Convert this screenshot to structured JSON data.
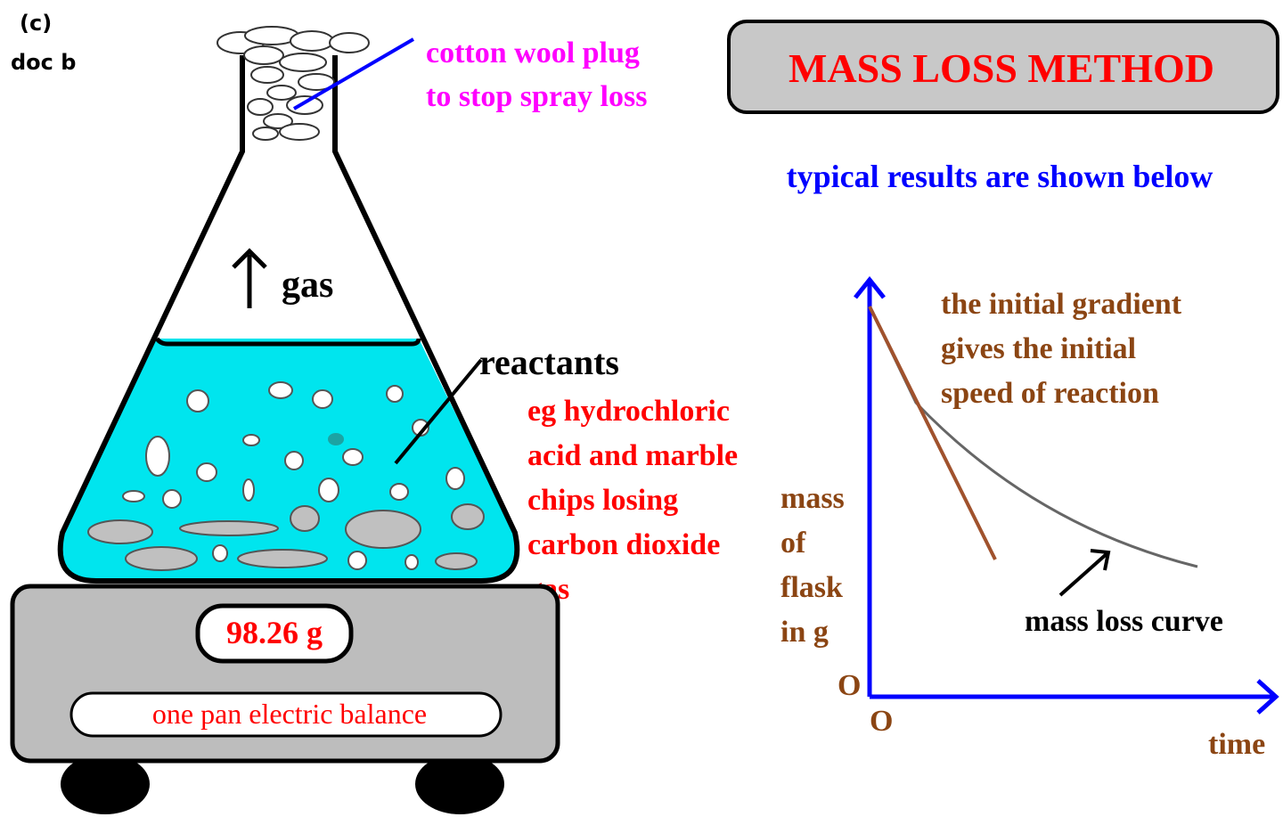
{
  "corner_label": {
    "line1": "(c)",
    "line2": "doc b"
  },
  "title": "MASS LOSS METHOD",
  "subtitle": "typical results are shown below",
  "flask": {
    "plug_label_line1": "cotton wool plug",
    "plug_label_line2": "to stop spray loss",
    "gas_label": "gas",
    "reactants_label": "reactants",
    "example_lines": [
      "eg hydrochloric",
      "acid and marble",
      "chips losing",
      "carbon dioxide",
      "gas"
    ]
  },
  "balance": {
    "reading": "98.26 g",
    "label": "one pan electric balance"
  },
  "graph": {
    "ylabel_lines": [
      "mass",
      "of",
      "flask",
      "in g"
    ],
    "xlabel": "time",
    "origin_y": "O",
    "origin_x": "O",
    "gradient_note_lines": [
      "the initial gradient",
      "gives the initial",
      "speed of reaction"
    ],
    "curve_label": "mass loss curve"
  },
  "colors": {
    "title_red": "#ff0000",
    "subtitle_blue": "#0000ff",
    "plug_magenta": "#ff00ff",
    "note_brown": "#8b4513",
    "liquid_cyan": "#00e5ee",
    "balance_grey": "#bdbdbd",
    "axis_blue": "#0000ff"
  }
}
